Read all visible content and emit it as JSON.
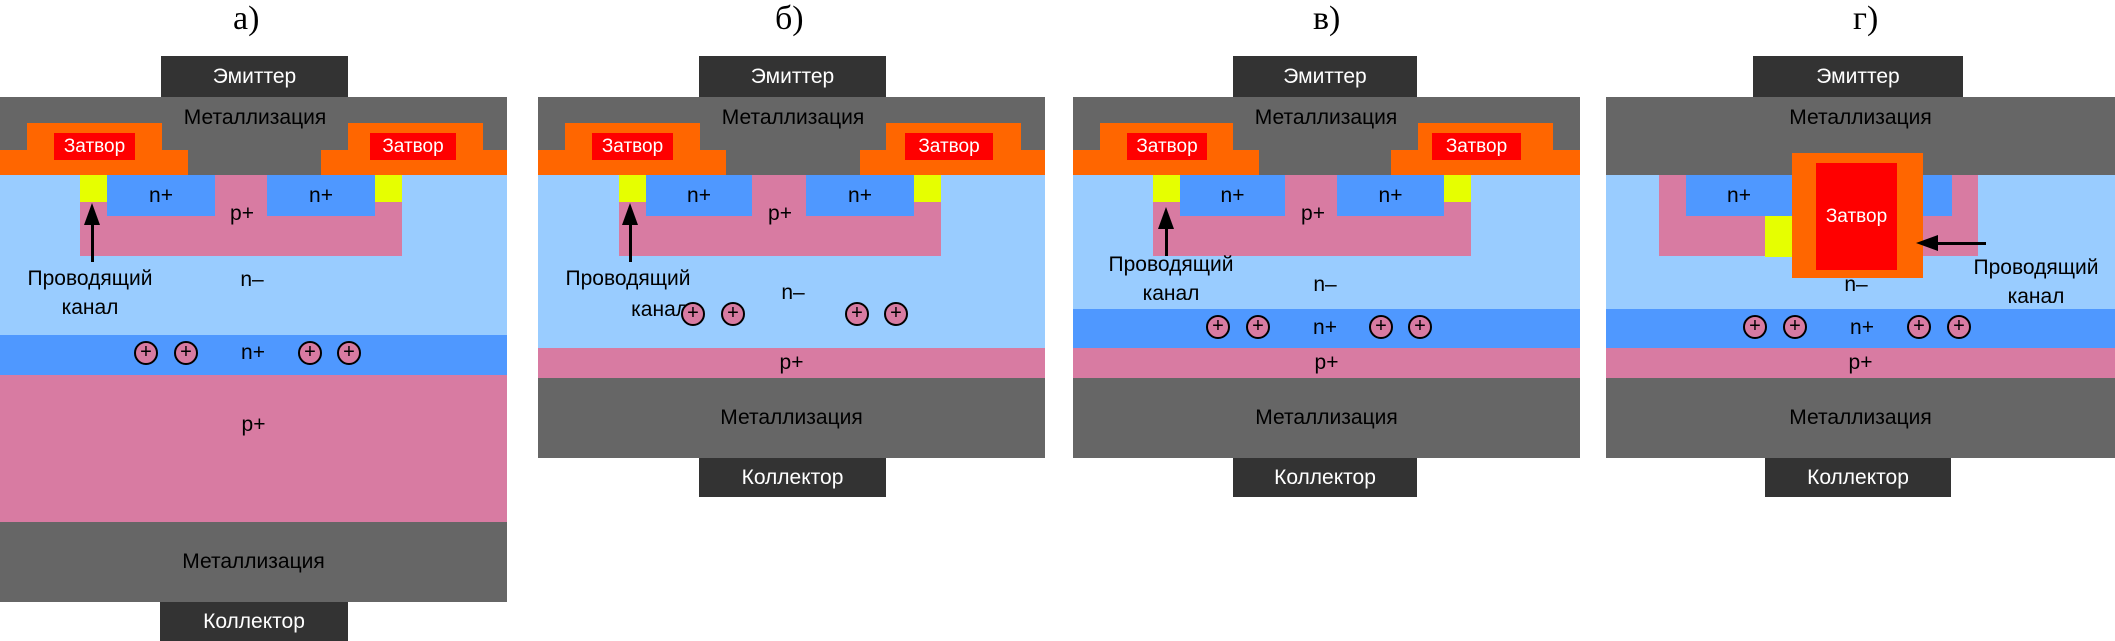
{
  "panels": [
    {
      "title": "а)",
      "emitter": "Эмиттер",
      "collector": "Коллектор",
      "metal_top": "Металлизация",
      "metal_bottom": "Металлизация",
      "gate_left": "Затвор",
      "gate_right": "Затвор",
      "nplus_left": "n+",
      "nplus_right": "n+",
      "pplus_well": "p+",
      "nminus": "n–",
      "buffer": "n+",
      "substrate": "p+",
      "channel_label_1": "Проводящий",
      "channel_label_2": "канал",
      "hole_symbol": "+"
    },
    {
      "title": "б)",
      "emitter": "Эмиттер",
      "collector": "Коллектор",
      "metal_top": "Металлизация",
      "metal_bottom": "Металлизация",
      "gate_left": "Затвор",
      "gate_right": "Затвор",
      "nplus_left": "n+",
      "nplus_right": "n+",
      "pplus_well": "p+",
      "nminus": "n–",
      "substrate": "p+",
      "channel_label_1": "Проводящий",
      "channel_label_2": "канал",
      "hole_symbol": "+"
    },
    {
      "title": "в)",
      "emitter": "Эмиттер",
      "collector": "Коллектор",
      "metal_top": "Металлизация",
      "metal_bottom": "Металлизация",
      "gate_left": "Затвор",
      "gate_right": "Затвор",
      "nplus_left": "n+",
      "nplus_right": "n+",
      "pplus_well": "p+",
      "nminus": "n–",
      "buffer": "n+",
      "substrate": "p+",
      "channel_label_1": "Проводящий",
      "channel_label_2": "канал",
      "hole_symbol": "+"
    },
    {
      "title": "г)",
      "emitter": "Эмиттер",
      "collector": "Коллектор",
      "metal_top": "Металлизация",
      "metal_bottom": "Металлизация",
      "gate": "Затвор",
      "nplus_left": "n+",
      "nplus_right": "n+",
      "nminus": "n–",
      "buffer": "n+",
      "substrate": "p+",
      "channel_label_1": "Проводящий",
      "channel_label_2": "канал",
      "hole_symbol": "+"
    }
  ],
  "colors": {
    "terminal": "#333333",
    "metallization": "#666666",
    "gate_oxide": "#ff6600",
    "gate": "#ff0000",
    "n_minus": "#99ccff",
    "n_plus": "#4f98ff",
    "p_plus": "#d87ba2",
    "channel": "#e6ff00"
  }
}
